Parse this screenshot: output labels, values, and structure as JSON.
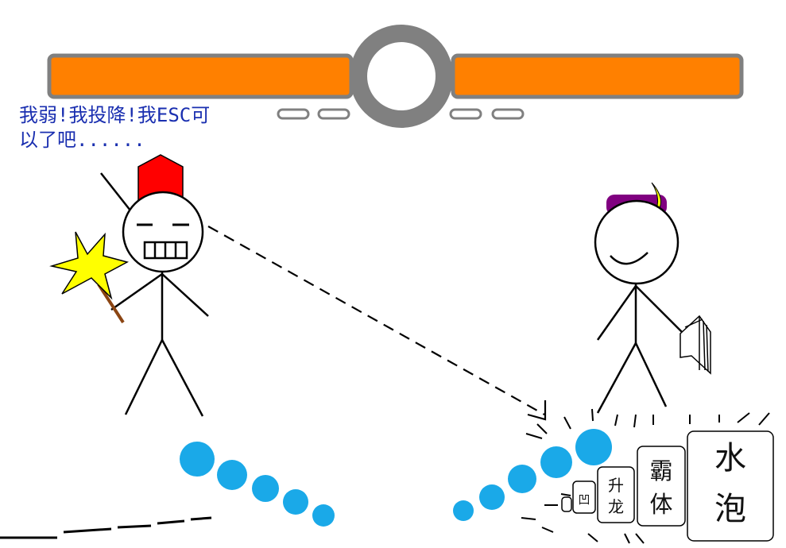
{
  "speech": {
    "line1": "我弱!我投降!我ESC可",
    "line2": "以了吧......"
  },
  "skills": {
    "water_bubble": [
      "水",
      "泡"
    ],
    "super_armor": [
      "霸",
      "体"
    ],
    "rising_dragon": [
      "升",
      "龙"
    ],
    "small": "凹"
  },
  "colors": {
    "health_bar": "#ff8000",
    "bar_border": "#808080",
    "bubble": "#1aa9e8",
    "speech_text": "#1a2fb0",
    "red_hat": "#ff0000",
    "purple_band": "#800080",
    "moon": "#ffff00",
    "spark": "#ffff00",
    "stick": "#8b4513"
  }
}
